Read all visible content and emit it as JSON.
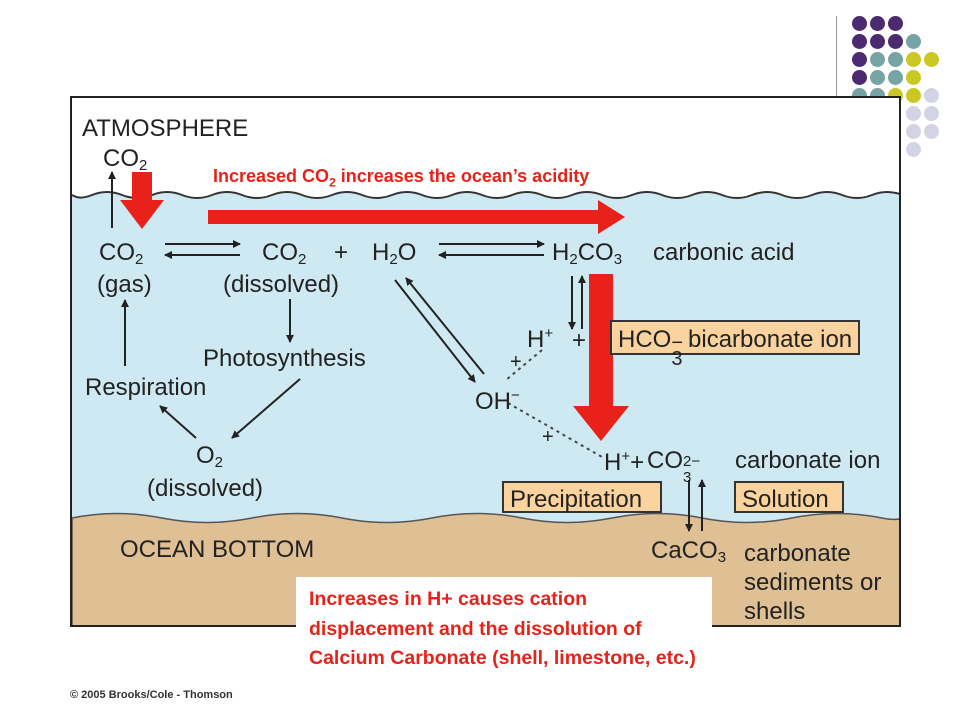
{
  "labels": {
    "atmosphere": "ATMOSPHERE",
    "ocean_bottom": "OCEAN BOTTOM",
    "co2_atm": "CO2",
    "co2_gas": "CO2",
    "gas": "(gas)",
    "co2_dissolved": "CO2",
    "dissolved1": "(dissolved)",
    "plus1": "+",
    "h2o": "H2O",
    "h2co3": "H2CO3",
    "carbonic_acid": "carbonic acid",
    "photosynthesis": "Photosynthesis",
    "respiration": "Respiration",
    "o2": "O2",
    "dissolved2": "(dissolved)",
    "h_plus_1": "H+",
    "plus2": "+",
    "hco3": "HCO3",
    "bicarbonate_ion": "bicarbonate ion",
    "oh": "OH",
    "h_plus_2": "H+",
    "co3": "CO3",
    "carbonate_ion": "carbonate ion",
    "precipitation": "Precipitation",
    "solution": "Solution",
    "caco3": "CaCO3",
    "carbonate_sediments": [
      "carbonate",
      "sediments or",
      "shells"
    ]
  },
  "annotations": {
    "acidity": "Increased CO2 increases the ocean’s acidity",
    "cation_note": "Increases in H+ causes cation displacement and the dissolution of Calcium Carbonate (shell, limestone, etc.)"
  },
  "copyright": "© 2005 Brooks/Cole - Thomson",
  "colors": {
    "ocean": "#cfe9f2",
    "sediment": "#dfbf94",
    "box_fill": "#fbd39e",
    "red_arrow": "#e8221a",
    "dot_purple": "#4b2a6f",
    "dot_teal": "#76a4a4",
    "dot_yellow": "#c9c824",
    "dot_lavender": "#d3d3e6"
  }
}
